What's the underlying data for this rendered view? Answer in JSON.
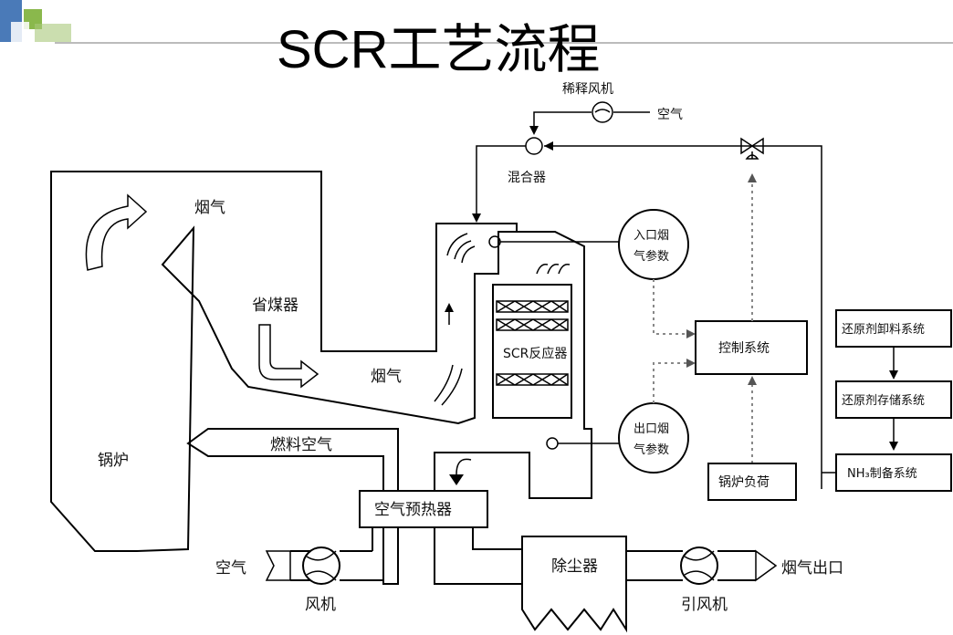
{
  "title": "SCR工艺流程",
  "labels": {
    "dilution_fan": "稀释风机",
    "air_top": "空气",
    "mixer": "混合器",
    "flue_gas_top": "烟气",
    "economizer": "省煤器",
    "flue_gas_mid": "烟气",
    "scr_reactor": "SCR反应器",
    "inlet_params_line1": "入口烟",
    "inlet_params_line2": "气参数",
    "outlet_params_line1": "出口烟",
    "outlet_params_line2": "气参数",
    "control_system": "控制系统",
    "boiler_load": "锅炉负荷",
    "boiler": "锅炉",
    "fuel_air": "燃料空气",
    "air_preheater": "空气预热器",
    "air_bottom": "空气",
    "fan": "风机",
    "dust_collector": "除尘器",
    "id_fan": "引风机",
    "flue_gas_outlet": "烟气出口",
    "reductant_unloading": "还原剂卸料系统",
    "reductant_storage": "还原剂存储系统",
    "nh3_preparation": "NH₃制备系统"
  }
}
